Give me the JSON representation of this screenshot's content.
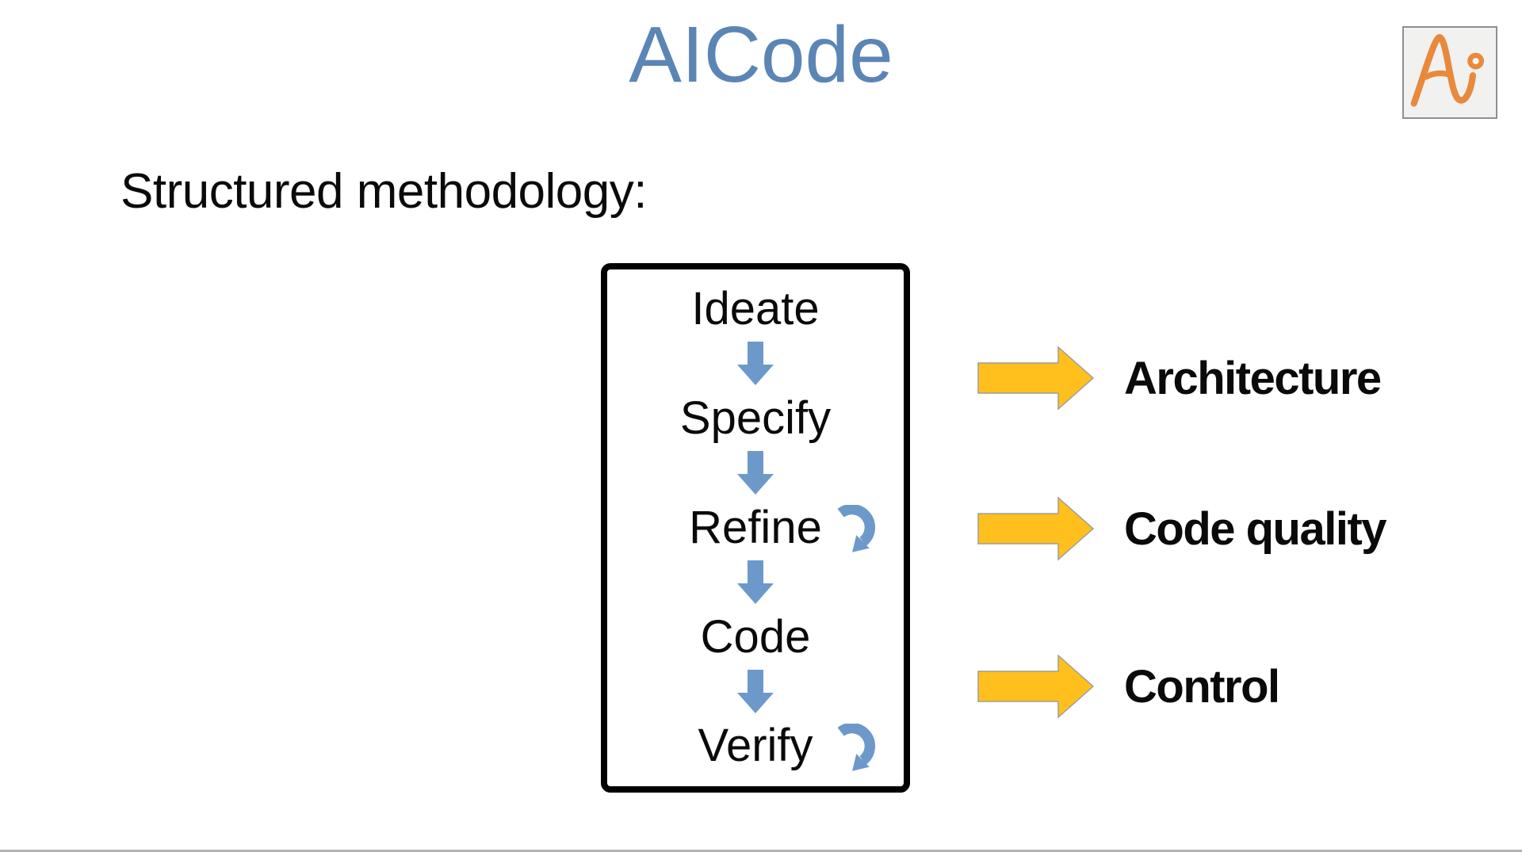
{
  "title": "AICode",
  "logo": {
    "text": "Ai"
  },
  "heading": "Structured methodology:",
  "flow": {
    "steps": [
      {
        "label": "Ideate",
        "loop": false
      },
      {
        "label": "Specify",
        "loop": false
      },
      {
        "label": "Refine",
        "loop": true
      },
      {
        "label": "Code",
        "loop": false
      },
      {
        "label": "Verify",
        "loop": true
      }
    ]
  },
  "outcomes": [
    {
      "label": "Architecture"
    },
    {
      "label": "Code quality"
    },
    {
      "label": "Control"
    }
  ],
  "colors": {
    "title_blue": "#5b85b5",
    "flow_blue": "#6d99ca",
    "arrow_yellow": "#ffc01e",
    "arrow_outline": "#9e9e9e",
    "logo_orange": "#e8893c",
    "divider_gray": "#b3b3b3"
  }
}
